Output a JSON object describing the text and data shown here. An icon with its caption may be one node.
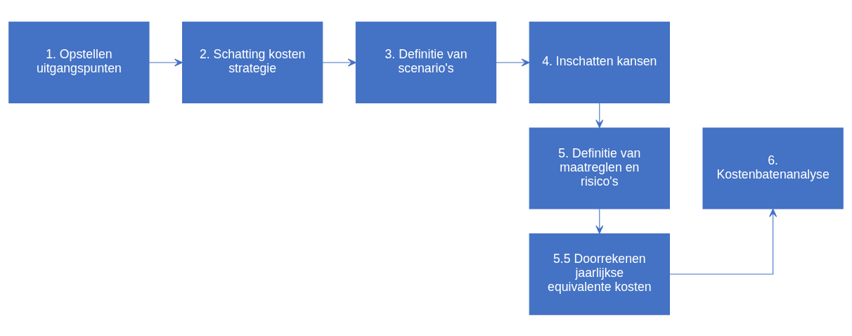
{
  "diagram": {
    "nodes": [
      {
        "text": [
          "1. Opstellen uitgangspunten"
        ]
      },
      {
        "text": [
          "2. Schatting kosten strategie"
        ]
      },
      {
        "text": [
          "3. Definitie van scenario's"
        ]
      },
      {
        "text": [
          "4. Inschatten kansen"
        ]
      },
      {
        "text": [
          "5. Definitie van maatreglen en risico's"
        ]
      },
      {
        "text": [
          "5.5 Doorrekenen jaarlijkse equivalente kosten"
        ]
      },
      {
        "text": [
          "6. Kostenbatenanalyse"
        ]
      }
    ],
    "edges": [
      {
        "from": 0,
        "to": 1,
        "arrow": "to"
      },
      {
        "from": 1,
        "to": 2,
        "arrow": "to"
      },
      {
        "from": 2,
        "to": 3,
        "arrow": "to"
      },
      {
        "from": 3,
        "to": 4,
        "arrow": "to"
      },
      {
        "from": 4,
        "to": 5,
        "arrow": "to"
      },
      {
        "from": 5,
        "to": 6,
        "arrow": "to"
      }
    ]
  }
}
